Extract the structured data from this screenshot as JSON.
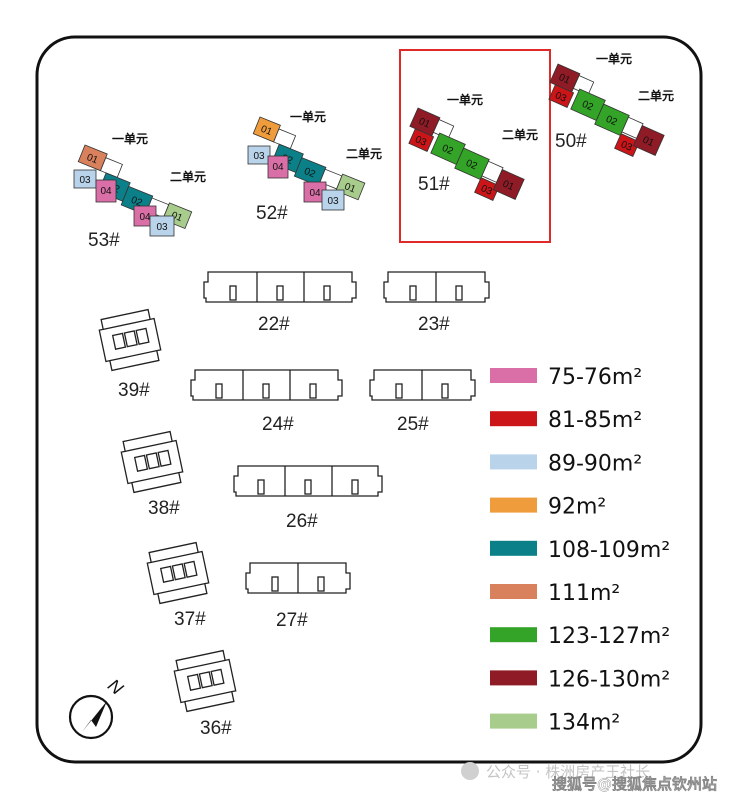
{
  "north_label": "N",
  "buildings": [
    {
      "id": "53",
      "label": "53#"
    },
    {
      "id": "52",
      "label": "52#"
    },
    {
      "id": "51",
      "label": "51#"
    },
    {
      "id": "50",
      "label": "50#"
    },
    {
      "id": "22",
      "label": "22#"
    },
    {
      "id": "23",
      "label": "23#"
    },
    {
      "id": "39",
      "label": "39#"
    },
    {
      "id": "24",
      "label": "24#"
    },
    {
      "id": "25",
      "label": "25#"
    },
    {
      "id": "38",
      "label": "38#"
    },
    {
      "id": "26",
      "label": "26#"
    },
    {
      "id": "37",
      "label": "37#"
    },
    {
      "id": "27",
      "label": "27#"
    },
    {
      "id": "36",
      "label": "36#"
    }
  ],
  "unit_labels": {
    "unit1": "一单元",
    "unit2": "二单元"
  },
  "cells": [
    "01",
    "02",
    "03",
    "04"
  ],
  "colors": {
    "pink": "#d96fa6",
    "red": "#cc1519",
    "lightblue": "#b8d3ea",
    "orange": "#ef9c3c",
    "teal": "#0b8088",
    "salmon": "#d9805c",
    "green": "#33a427",
    "darkred": "#8e1b25",
    "lightgreen": "#a8cc8c",
    "highlight": "#e02a2a"
  },
  "legend": [
    {
      "label": "75-76m²",
      "color": "#d96fa6"
    },
    {
      "label": "81-85m²",
      "color": "#cc1519"
    },
    {
      "label": "89-90m²",
      "color": "#b8d3ea"
    },
    {
      "label": "92m²",
      "color": "#ef9c3c"
    },
    {
      "label": "108-109m²",
      "color": "#0b8088"
    },
    {
      "label": "111m²",
      "color": "#d9805c"
    },
    {
      "label": "123-127m²",
      "color": "#33a427"
    },
    {
      "label": "126-130m²",
      "color": "#8e1b25"
    },
    {
      "label": "134m²",
      "color": "#a8cc8c"
    }
  ],
  "watermark": {
    "line1": "公众号 · 株洲房产王社长",
    "line2": "搜狐号@搜狐焦点钦州站"
  }
}
